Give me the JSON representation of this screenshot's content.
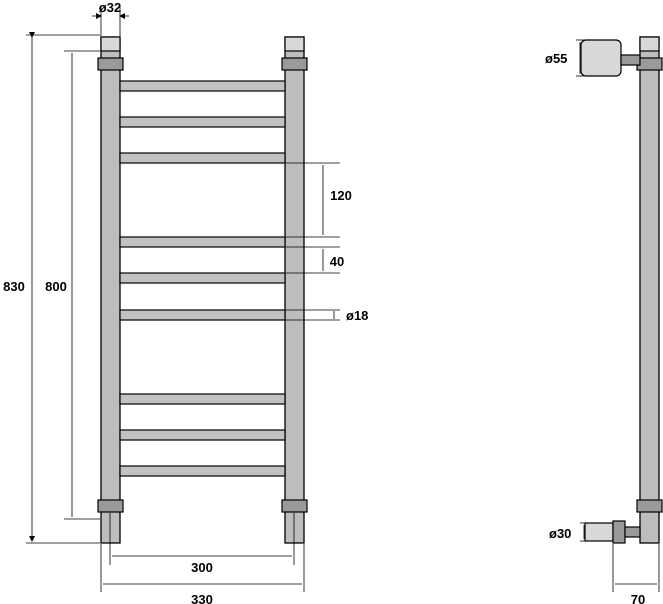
{
  "dimensions": {
    "tube_diameter": "32",
    "overall_height": "830",
    "mount_spacing_height": "800",
    "group_gap": "120",
    "bar_spacing": "40",
    "bar_diameter": "18",
    "mount_spacing_width": "300",
    "overall_width": "330",
    "wall_mount_diameter": "55",
    "bottom_connection_diameter": "30",
    "wall_offset": "70"
  },
  "diameter_symbol": "ø"
}
